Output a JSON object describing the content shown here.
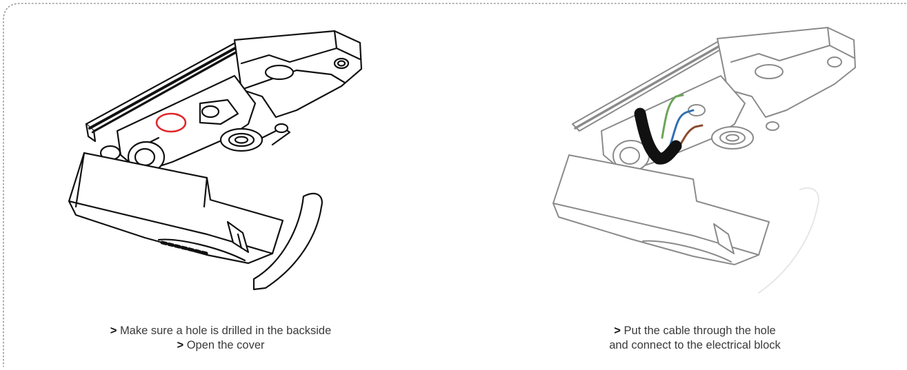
{
  "steps": [
    {
      "lines": [
        {
          "bullet": ">",
          "text": "Make sure a hole is drilled in the backside"
        },
        {
          "bullet": ">",
          "text": "Open the cover"
        }
      ]
    },
    {
      "lines": [
        {
          "bullet": ">",
          "text": "Put the cable through the hole"
        },
        {
          "bullet": "",
          "text": "and connect to the electrical block"
        }
      ]
    }
  ],
  "colors": {
    "border": "#9a9a9a",
    "line_art": "#111111",
    "line_art_faded": "#8a8a8a",
    "hole_marker": "#e0262b",
    "wire_green": "#6aa55a",
    "wire_blue": "#2f6fb3",
    "wire_brown": "#8a4a2e",
    "cable_sheath": "#111111"
  }
}
